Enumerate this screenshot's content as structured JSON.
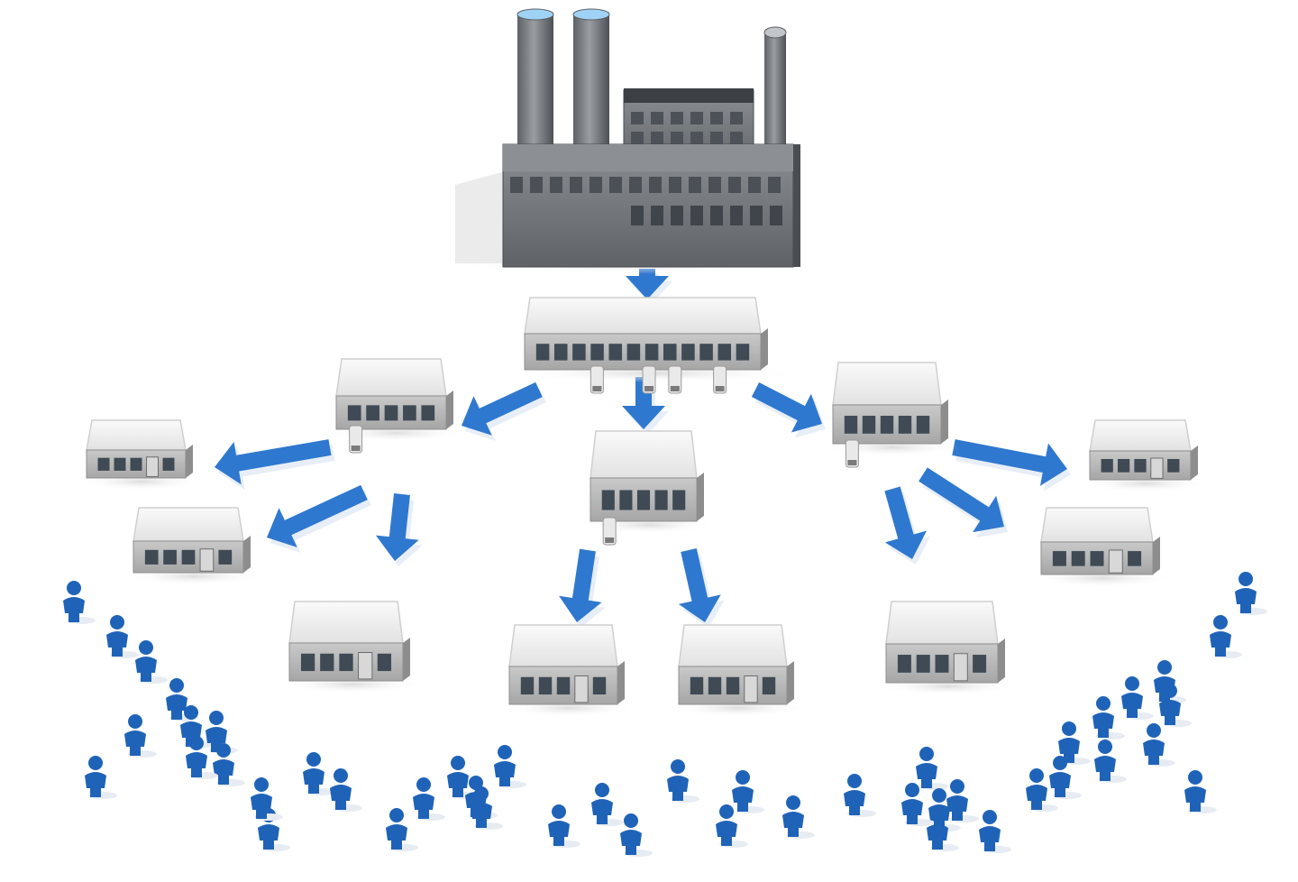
{
  "diagram": {
    "kind": "distribution-network",
    "colors": {
      "background": "#ffffff",
      "accent_blue": "#2f78cf",
      "people_blue": "#1f63b8",
      "building_roof": "#f3f3f3",
      "building_front": "#b9b9b9",
      "building_dark": "#3f4a55",
      "factory_body": "#7a7d80",
      "factory_dark": "#3a3f44",
      "chimney_top": "#9fd3f5",
      "shadow": "#e6e6e6"
    },
    "nodes": [
      {
        "id": "factory",
        "type": "factory",
        "label": ""
      },
      {
        "id": "central-warehouse",
        "type": "warehouse",
        "label": ""
      },
      {
        "id": "regional-left",
        "type": "warehouse",
        "label": ""
      },
      {
        "id": "regional-center",
        "type": "warehouse",
        "label": ""
      },
      {
        "id": "regional-right",
        "type": "warehouse",
        "label": ""
      },
      {
        "id": "store-1",
        "type": "store",
        "label": ""
      },
      {
        "id": "store-2",
        "type": "store",
        "label": ""
      },
      {
        "id": "store-3",
        "type": "store",
        "label": ""
      },
      {
        "id": "store-4",
        "type": "store",
        "label": ""
      },
      {
        "id": "store-5",
        "type": "store",
        "label": ""
      },
      {
        "id": "store-6",
        "type": "store",
        "label": ""
      },
      {
        "id": "store-7",
        "type": "store",
        "label": ""
      },
      {
        "id": "store-8",
        "type": "store",
        "label": ""
      }
    ],
    "edges": [
      [
        "factory",
        "central-warehouse"
      ],
      [
        "central-warehouse",
        "regional-left"
      ],
      [
        "central-warehouse",
        "regional-center"
      ],
      [
        "central-warehouse",
        "regional-right"
      ],
      [
        "regional-left",
        "store-1"
      ],
      [
        "regional-left",
        "store-2"
      ],
      [
        "regional-left",
        "store-3"
      ],
      [
        "regional-center",
        "store-4"
      ],
      [
        "regional-center",
        "store-5"
      ],
      [
        "regional-right",
        "store-6"
      ],
      [
        "regional-right",
        "store-7"
      ],
      [
        "regional-right",
        "store-8"
      ]
    ],
    "customers": {
      "icon": "person-icon",
      "count": 46
    }
  }
}
